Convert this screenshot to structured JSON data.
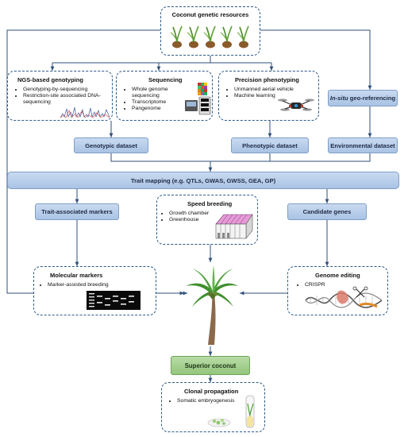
{
  "resources": {
    "title": "Coconut genetic resources"
  },
  "ngs": {
    "title": "NGS-based genotyping",
    "items": [
      "Genotyping-by-sequencing",
      "Restriction-site associated DNA-sequencing"
    ]
  },
  "sequencing": {
    "title": "Sequencing",
    "items": [
      "Whole genome sequencing",
      "Transcriptome",
      "Pangenome"
    ]
  },
  "phenotyping": {
    "title": "Precision phenotyping",
    "items": [
      "Unmanned aerial vehicle",
      "Machine learning"
    ]
  },
  "geo": {
    "title_italic": "In-situ",
    "title_rest": " geo-referencing"
  },
  "datasets": {
    "genotypic": "Genotypic dataset",
    "phenotypic": "Phenotypic dataset",
    "environmental": "Environmental dataset"
  },
  "trait_mapping": "Trait mapping (e.g. QTLs, GWAS, GWSS, GEA, GP)",
  "trait_markers": "Trait-associated markers",
  "candidate_genes": "Candidate genes",
  "speed": {
    "title": "Speed breeding",
    "items": [
      "Growth chamber",
      "Greenhouse"
    ]
  },
  "molecular": {
    "title": "Molecular markers",
    "items": [
      "Marker-assisted breeding"
    ]
  },
  "editing": {
    "title": "Genome editing",
    "items": [
      "CRISPR"
    ]
  },
  "superior": "Superior coconut",
  "clonal": {
    "title": "Clonal propagation",
    "items": [
      "Somatic embryogenesis"
    ]
  },
  "colors": {
    "line": "#2f4f7a",
    "dash": "#2a5b8a",
    "box_blue": "#b4cbe9",
    "box_green": "#a6d08f"
  }
}
